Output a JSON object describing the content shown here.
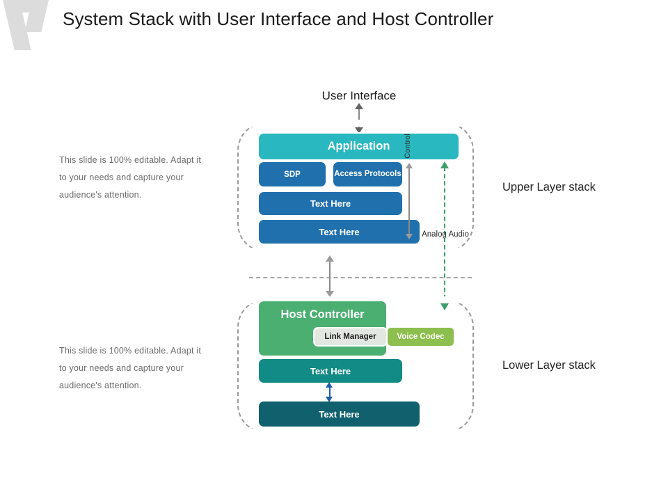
{
  "slide": {
    "title": "System Stack with User Interface and Host Controller",
    "logo_icon": "v-logo-watermark"
  },
  "notes": {
    "upper": "This slide is 100% editable. Adapt it to your needs and capture your audience's attention.",
    "lower": "This slide is 100% editable. Adapt it to your needs and capture your audience's attention."
  },
  "labels": {
    "user_interface": "User Interface",
    "upper_layer": "Upper Layer stack",
    "lower_layer": "Lower Layer stack",
    "control": "Control",
    "analog_audio": "Analog Audio"
  },
  "upper_stack": {
    "application": "Application",
    "sdp": "SDP",
    "access_protocols": "Access Protocols",
    "middle_layer": "Text Here",
    "bottom_layer": "Text Here"
  },
  "lower_stack": {
    "host_controller": "Host Controller",
    "link_manager": "Link Manager",
    "voice_codec": "Voice Codec",
    "middle_layer": "Text Here",
    "bottom_layer": "Text Here"
  },
  "colors": {
    "application": "#29b8bf",
    "protocol_blue": "#2070ad",
    "host_green": "#4caf72",
    "voice_codec_green": "#8cbf4d",
    "link_manager_gray": "#e2e8e1",
    "teal_mid": "#128a85",
    "teal_dark": "#10606e",
    "bracket_gray": "#9a9a9a",
    "audio_arrow_green": "#3d9e6b",
    "blue_arrow": "#1f5fa9"
  }
}
